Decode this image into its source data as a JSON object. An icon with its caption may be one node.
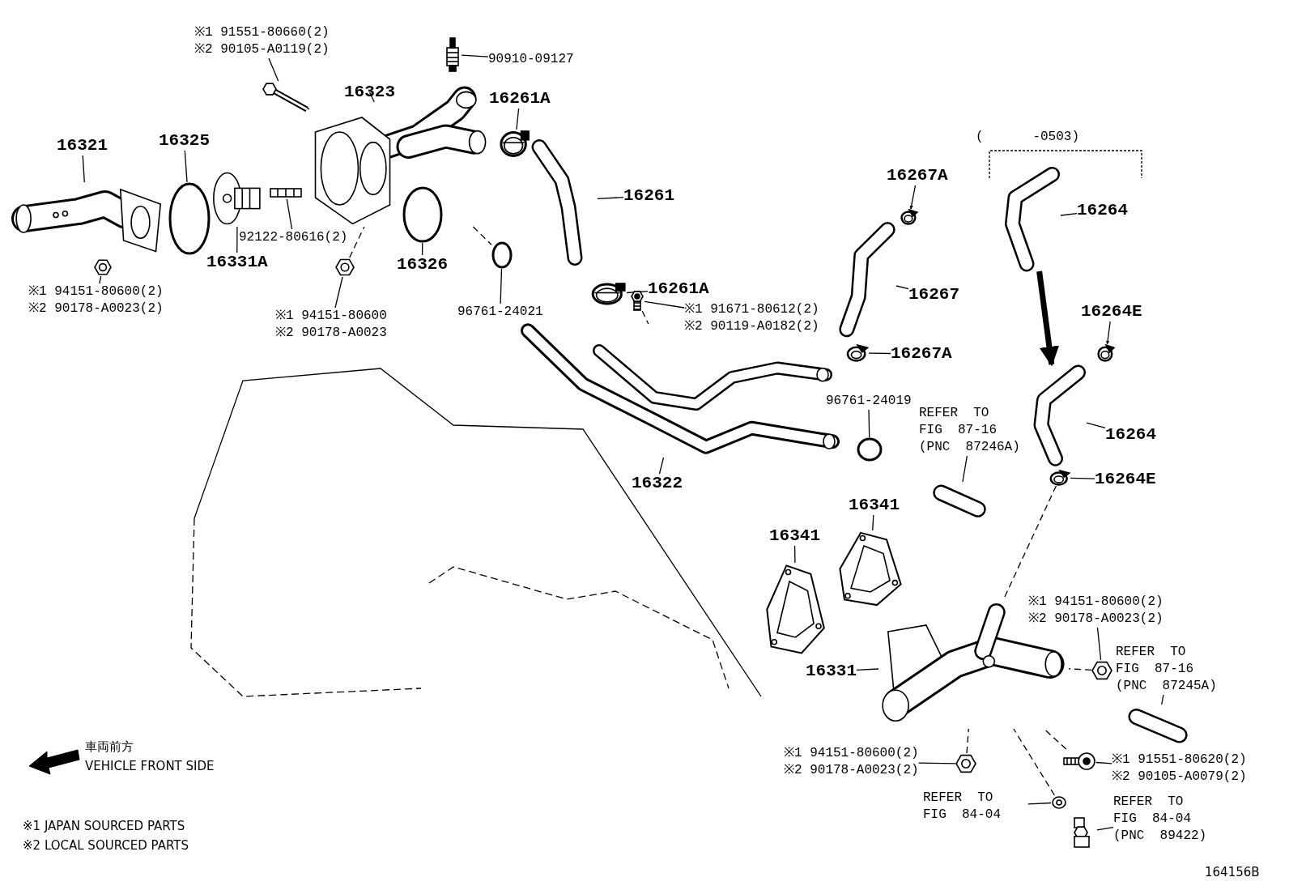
{
  "diagram": {
    "nodes": [
      {
        "text": [
          "16321"
        ]
      },
      {
        "text": [],
        "shape": "picture"
      },
      {
        "text": [
          "16325"
        ]
      },
      {
        "text": [],
        "shape": "circle"
      },
      {
        "text": [
          "16331A"
        ]
      },
      {
        "text": [],
        "shape": "picture"
      },
      {
        "text": [
          "92122-80616(2)"
        ]
      },
      {
        "text": [],
        "shape": "picture"
      },
      {
        "text": [
          "※1 91551-80660(2)",
          "※2 90105-A0119(2)"
        ]
      },
      {
        "text": [],
        "shape": "picture"
      },
      {
        "text": [
          "90910-09127"
        ]
      },
      {
        "text": [],
        "shape": "picture"
      },
      {
        "text": [
          "16323"
        ]
      },
      {
        "text": [],
        "shape": "picture"
      },
      {
        "text": [
          "16261A"
        ]
      },
      {
        "text": [],
        "shape": "picture"
      },
      {
        "text": [
          "16261"
        ]
      },
      {
        "text": [],
        "shape": "picture"
      },
      {
        "text": [
          "16326"
        ]
      },
      {
        "text": [],
        "shape": "circle"
      },
      {
        "text": [
          "※1 94151-80600(2)",
          "※2 90178-A0023(2)"
        ]
      },
      {
        "text": [],
        "shape": "picture"
      },
      {
        "text": [
          "※1 94151-80600",
          "※2 90178-A0023"
        ]
      },
      {
        "text": [],
        "shape": "picture"
      },
      {
        "text": [
          "96761-24021"
        ]
      },
      {
        "text": [],
        "shape": "circle"
      },
      {
        "text": [
          "16261A"
        ]
      },
      {
        "text": [],
        "shape": "picture"
      },
      {
        "text": [
          "※1 91671-80612(2)",
          "※2 90119-A0182(2)"
        ]
      },
      {
        "text": [],
        "shape": "picture"
      },
      {
        "text": [
          "16267A"
        ]
      },
      {
        "text": [],
        "shape": "picture"
      },
      {
        "text": [
          "16267"
        ]
      },
      {
        "text": [],
        "shape": "picture"
      },
      {
        "text": [
          "16267A"
        ]
      },
      {
        "text": [],
        "shape": "picture"
      },
      {
        "text": [
          "96761-24019"
        ]
      },
      {
        "text": [],
        "shape": "circle"
      },
      {
        "text": [
          "REFER TO FIG 87-16 (PNC 87246A)"
        ]
      },
      {
        "text": [],
        "shape": "picture"
      },
      {
        "text": [
          "16322"
        ]
      },
      {
        "text": [],
        "shape": "picture"
      },
      {
        "text": [
          "16341"
        ]
      },
      {
        "text": [],
        "shape": "picture"
      },
      {
        "text": [
          "16341"
        ]
      },
      {
        "text": [],
        "shape": "picture"
      },
      {
        "text": [
          "16264"
        ]
      },
      {
        "text": [],
        "shape": "picture"
      },
      {
        "text": [
          "16264E"
        ]
      },
      {
        "text": [],
        "shape": "picture"
      },
      {
        "text": [
          "16264"
        ]
      },
      {
        "text": [],
        "shape": "picture"
      },
      {
        "text": [
          "16264E"
        ]
      },
      {
        "text": [],
        "shape": "picture"
      },
      {
        "text": [
          "16331"
        ]
      },
      {
        "text": [],
        "shape": "picture"
      },
      {
        "text": [
          "※1 94151-80600(2)",
          "※2 90178-A0023(2)"
        ]
      },
      {
        "text": [],
        "shape": "picture"
      },
      {
        "text": [
          "REFER TO FIG 87-16 (PNC 87245A)"
        ]
      },
      {
        "text": [],
        "shape": "picture"
      },
      {
        "text": [
          "※1 94151-80600(2)",
          "※2 90178-A0023(2)"
        ]
      },
      {
        "text": [],
        "shape": "picture"
      },
      {
        "text": [
          "※1 91551-80620(2)",
          "※2 90105-A0079(2)"
        ]
      },
      {
        "text": [],
        "shape": "picture"
      },
      {
        "text": [
          "REFER TO FIG 84-04"
        ]
      },
      {
        "text": [],
        "shape": "picture"
      },
      {
        "text": [
          "REFER TO FIG 84-04 (PNC 89422)"
        ]
      },
      {
        "text": [],
        "shape": "picture"
      }
    ],
    "edges": [
      {
        "from": 0,
        "to": 1,
        "arrow": "none"
      },
      {
        "from": 2,
        "to": 3,
        "arrow": "none"
      },
      {
        "from": 4,
        "to": 5,
        "arrow": "none"
      },
      {
        "from": 6,
        "to": 7,
        "arrow": "none"
      },
      {
        "from": 8,
        "to": 9,
        "arrow": "none"
      },
      {
        "from": 10,
        "to": 11,
        "arrow": "none"
      },
      {
        "from": 12,
        "to": 13,
        "arrow": "none"
      },
      {
        "from": 14,
        "to": 15,
        "arrow": "none"
      },
      {
        "from": 16,
        "to": 17,
        "arrow": "none"
      },
      {
        "from": 18,
        "to": 19,
        "arrow": "none"
      },
      {
        "from": 20,
        "to": 21,
        "arrow": "none"
      },
      {
        "from": 22,
        "to": 23,
        "arrow": "none"
      },
      {
        "from": 24,
        "to": 25,
        "arrow": "none"
      },
      {
        "from": 26,
        "to": 27,
        "arrow": "none"
      },
      {
        "from": 28,
        "to": 29,
        "arrow": "none"
      },
      {
        "from": 30,
        "to": 31,
        "arrow": "to"
      },
      {
        "from": 32,
        "to": 33,
        "arrow": "none"
      },
      {
        "from": 34,
        "to": 35,
        "arrow": "none"
      },
      {
        "from": 36,
        "to": 37,
        "arrow": "none"
      },
      {
        "from": 38,
        "to": 39,
        "arrow": "none"
      },
      {
        "from": 40,
        "to": 41,
        "arrow": "none"
      },
      {
        "from": 42,
        "to": 43,
        "arrow": "none"
      },
      {
        "from": 44,
        "to": 45,
        "arrow": "none"
      },
      {
        "from": 46,
        "to": 47,
        "arrow": "none"
      },
      {
        "from": 48,
        "to": 49,
        "arrow": "to"
      },
      {
        "from": 50,
        "to": 51,
        "arrow": "none"
      },
      {
        "from": 52,
        "to": 53,
        "arrow": "none"
      },
      {
        "from": 54,
        "to": 55,
        "arrow": "none"
      },
      {
        "from": 56,
        "to": 57,
        "arrow": "none"
      },
      {
        "from": 58,
        "to": 59,
        "arrow": "none"
      },
      {
        "from": 60,
        "to": 61,
        "arrow": "none"
      },
      {
        "from": 62,
        "to": 63,
        "arrow": "none"
      },
      {
        "from": 64,
        "to": 65,
        "arrow": "none"
      },
      {
        "from": 66,
        "to": 67,
        "arrow": "none"
      },
      {
        "from": 47,
        "to": 51,
        "arrow": "to",
        "style": "thick"
      },
      {
        "from": 9,
        "to": 13,
        "arrow": "none",
        "style": "dashed"
      },
      {
        "from": 23,
        "to": 13,
        "arrow": "none",
        "style": "dashed"
      },
      {
        "from": 13,
        "to": 25,
        "arrow": "none",
        "style": "dashed"
      },
      {
        "from": 29,
        "to": 41,
        "arrow": "none",
        "style": "dashed"
      },
      {
        "from": 53,
        "to": 55,
        "arrow": "none",
        "style": "dashed"
      },
      {
        "from": 57,
        "to": 55,
        "arrow": "none",
        "style": "dashed"
      },
      {
        "from": 61,
        "to": 55,
        "arrow": "none",
        "style": "dashed"
      },
      {
        "from": 63,
        "to": 55,
        "arrow": "none",
        "style": "dashed"
      },
      {
        "from": 65,
        "to": 55,
        "arrow": "none",
        "style": "dashed"
      }
    ],
    "labels": [
      "( -0503)",
      "車両前方",
      "VEHICLE FRONT SIDE",
      "※1 JAPAN SOURCED PARTS",
      "※2 LOCAL SOURCED PARTS",
      "164156B"
    ]
  }
}
